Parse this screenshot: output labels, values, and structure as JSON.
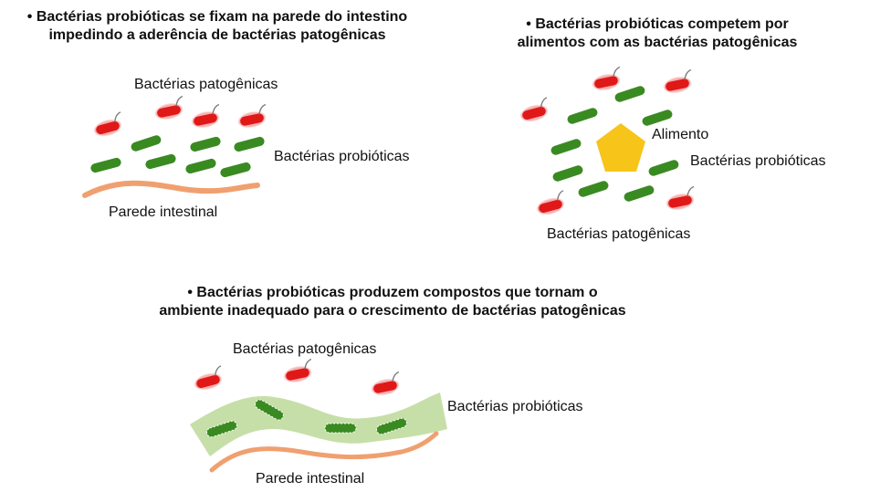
{
  "panel1": {
    "title_line1": "• Bactérias probióticas se fixam na parede do intestino",
    "title_line2": "impedindo a aderência de bactérias patogênicas",
    "label_pathogens": "Bactérias patogênicas",
    "label_probiotics": "Bactérias probióticas",
    "label_wall": "Parede intestinal"
  },
  "panel2": {
    "title_line1": "• Bactérias probióticas competem por",
    "title_line2": "alimentos com as bactérias patogênicas",
    "label_food": "Alimento",
    "label_probiotics": "Bactérias probióticas",
    "label_pathogens": "Bactérias patogênicas"
  },
  "panel3": {
    "title_line1": "• Bactérias probióticas produzem compostos que tornam o",
    "title_line2": "ambiente inadequado para o crescimento de bactérias patogênicas",
    "label_pathogens": "Bactérias patogênicas",
    "label_probiotics": "Bactérias probióticas",
    "label_wall": "Parede intestinal"
  },
  "colors": {
    "pathogen": "#e01818",
    "probiotic": "#3a8a22",
    "wall": "#f0a070",
    "food": "#f7c41a",
    "medium": "#c6dfa8"
  }
}
